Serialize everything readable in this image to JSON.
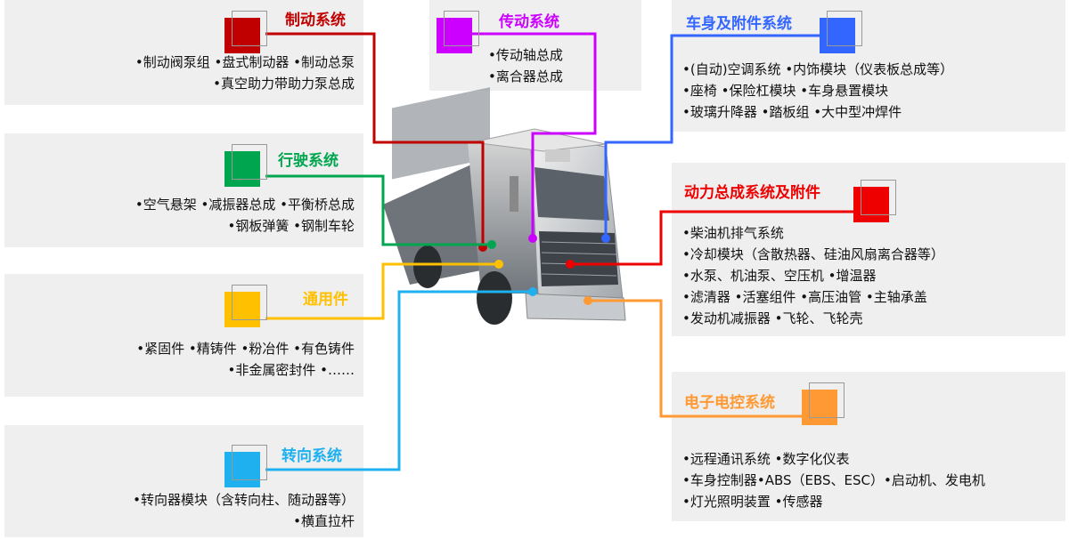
{
  "sections": {
    "brake": {
      "title": "制动系统",
      "lines": [
        "•制动阀泵组 •盘式制动器 •制动总泵",
        "•真空助力带助力泵总成"
      ],
      "color": "#c00000"
    },
    "drive": {
      "title": "传动系统",
      "lines": [
        "•传动轴总成",
        "•离合器总成"
      ],
      "color": "#cc00ff"
    },
    "body": {
      "title": "车身及附件系统",
      "lines": [
        "•(自动)空调系统 •内饰模块（仪表板总成等）",
        "•座椅 •保险杠模块 •车身悬置模块",
        "•玻璃升降器 •踏板组 •大中型冲焊件"
      ],
      "color": "#3366ff"
    },
    "running": {
      "title": "行驶系统",
      "lines": [
        "•空气悬架 •减振器总成 •平衡桥总成",
        "•钢板弹簧 •钢制车轮"
      ],
      "color": "#00a64f"
    },
    "power": {
      "title": "动力总成系统及附件",
      "lines": [
        "•柴油机排气系统",
        "•冷却模块（含散热器、硅油风扇离合器等）",
        "•水泵、机油泵、空压机 •增温器",
        "•滤清器 •活塞组件 •高压油管 •主轴承盖",
        "•发动机减振器 •飞轮、飞轮壳"
      ],
      "color": "#ee0000"
    },
    "general": {
      "title": "通用件",
      "lines": [
        "•紧固件 •精铸件 •粉冶件 •有色铸件",
        "•非金属密封件 •……"
      ],
      "color": "#ffc000"
    },
    "electronic": {
      "title": "电子电控系统",
      "lines": [
        "•远程通讯系统 •数字化仪表",
        "•车身控制器•ABS（EBS、ESC）•启动机、发电机",
        "•灯光照明装置 •传感器"
      ],
      "color": "#ff9933"
    },
    "steering": {
      "title": "转向系统",
      "lines": [
        "•转向器模块（含转向柱、随动器等）",
        "•横直拉杆"
      ],
      "color": "#1fb0f0"
    }
  }
}
